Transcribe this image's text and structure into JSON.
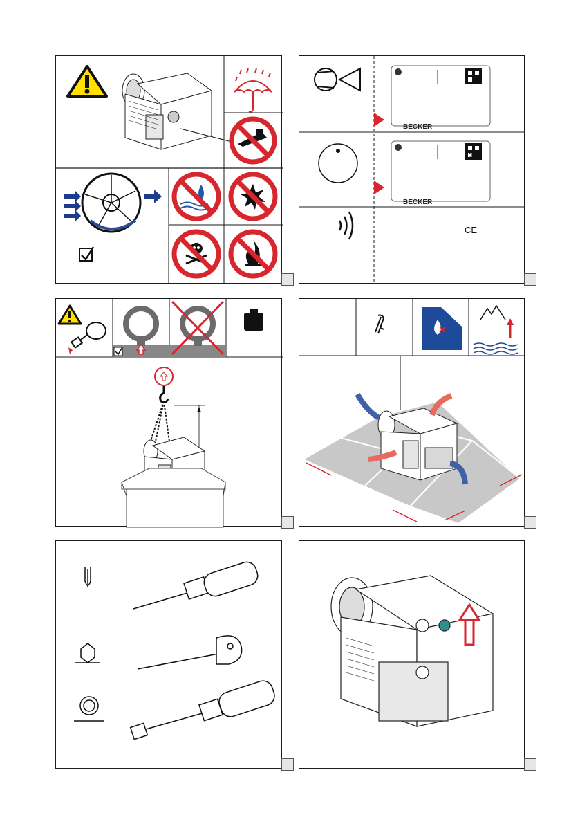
{
  "nameplate": {
    "brand": "BECKER",
    "ce_mark": "CE"
  },
  "panels": [
    {
      "id": "panel-1"
    },
    {
      "id": "panel-2"
    },
    {
      "id": "panel-3"
    },
    {
      "id": "panel-4"
    },
    {
      "id": "panel-5"
    },
    {
      "id": "panel-6"
    }
  ],
  "icons": {
    "warning": "warning-triangle-icon",
    "umbrella": "keep-dry-umbrella-icon",
    "no_saw": "no-cutting-tool-icon",
    "no_water": "no-liquids-icon",
    "no_explosive": "no-explosive-icon",
    "no_toxic": "no-toxic-icon",
    "no_fire": "no-flammable-icon"
  }
}
